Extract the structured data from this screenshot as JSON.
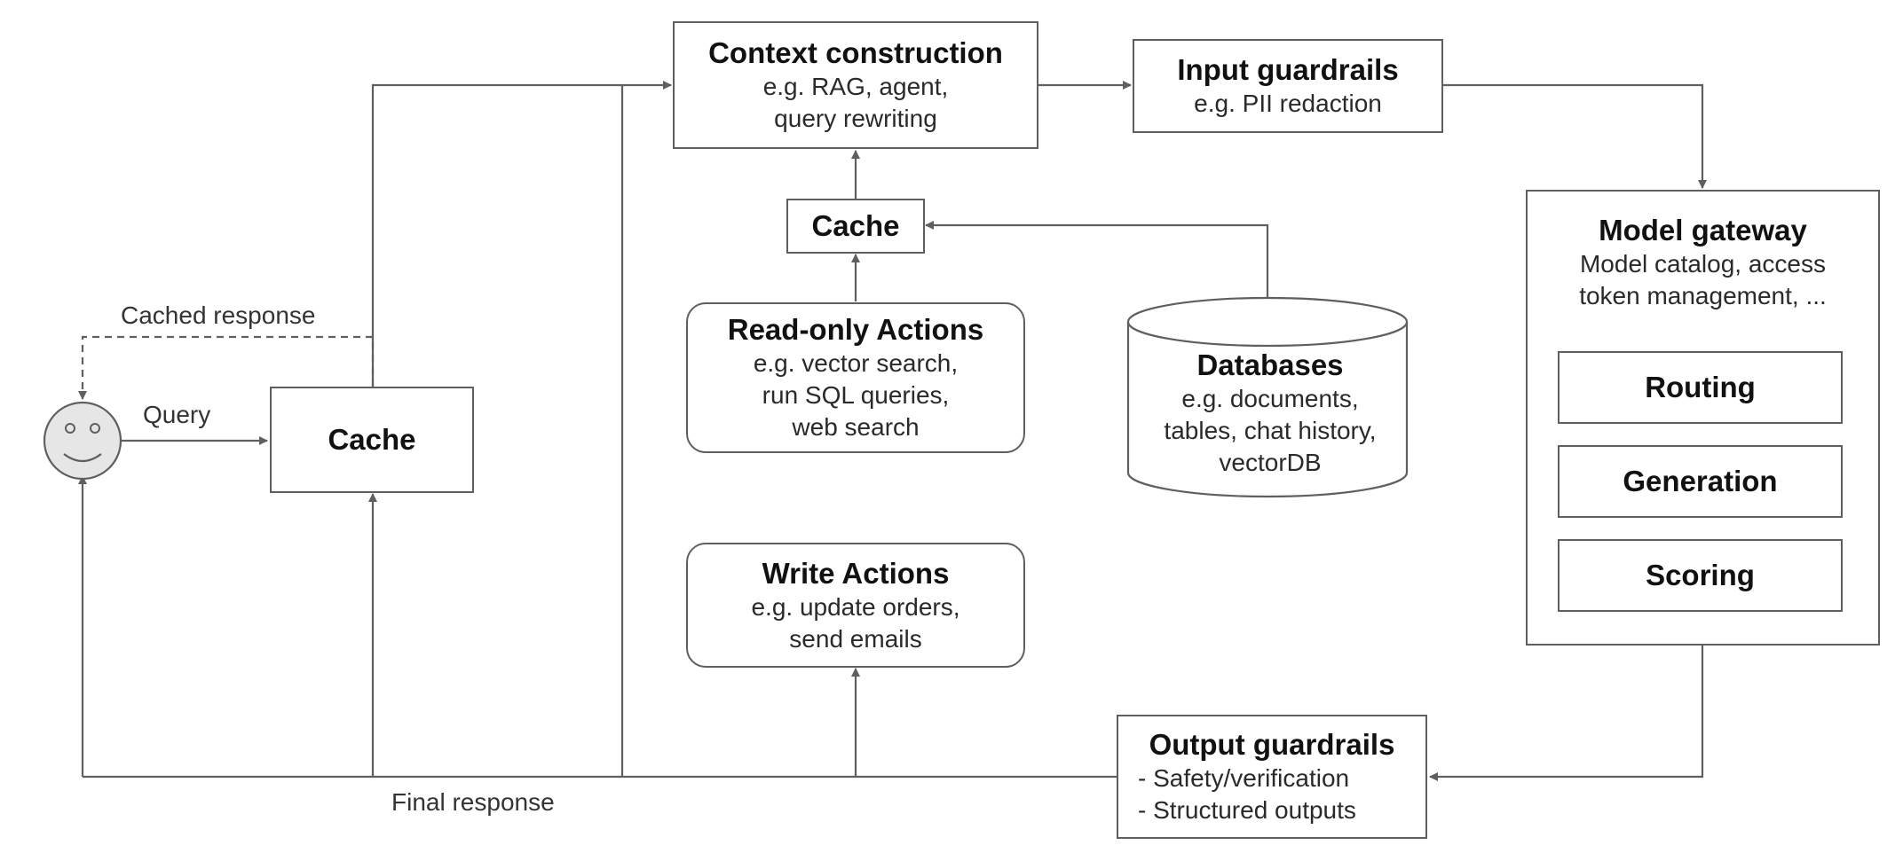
{
  "user": {
    "icon": "smiley-face-user-icon"
  },
  "labels": {
    "cached_response": "Cached response",
    "query": "Query",
    "final_response": "Final response"
  },
  "cache_main": {
    "title": "Cache"
  },
  "context_construction": {
    "title": "Context construction",
    "lines": [
      "e.g. RAG, agent,",
      "query rewriting"
    ]
  },
  "input_guardrails": {
    "title": "Input guardrails",
    "lines": [
      "e.g. PII redaction"
    ]
  },
  "cache_small": {
    "title": "Cache"
  },
  "read_only_actions": {
    "title": "Read-only Actions",
    "lines": [
      "e.g. vector search,",
      "run SQL queries,",
      "web search"
    ]
  },
  "databases": {
    "title": "Databases",
    "lines": [
      "e.g. documents,",
      "tables, chat history,",
      "vectorDB"
    ]
  },
  "write_actions": {
    "title": "Write Actions",
    "lines": [
      "e.g. update orders,",
      "send emails"
    ]
  },
  "model_gateway": {
    "title": "Model gateway",
    "lines": [
      "Model catalog, access",
      "token management, ..."
    ],
    "components": [
      "Routing",
      "Generation",
      "Scoring"
    ]
  },
  "output_guardrails": {
    "title": "Output guardrails",
    "lines": [
      "- Safety/verification",
      "- Structured outputs"
    ]
  },
  "colors": {
    "stroke": "#5f5f5f",
    "face_fill": "#e6e6e6",
    "text": "#1a1a1a"
  }
}
